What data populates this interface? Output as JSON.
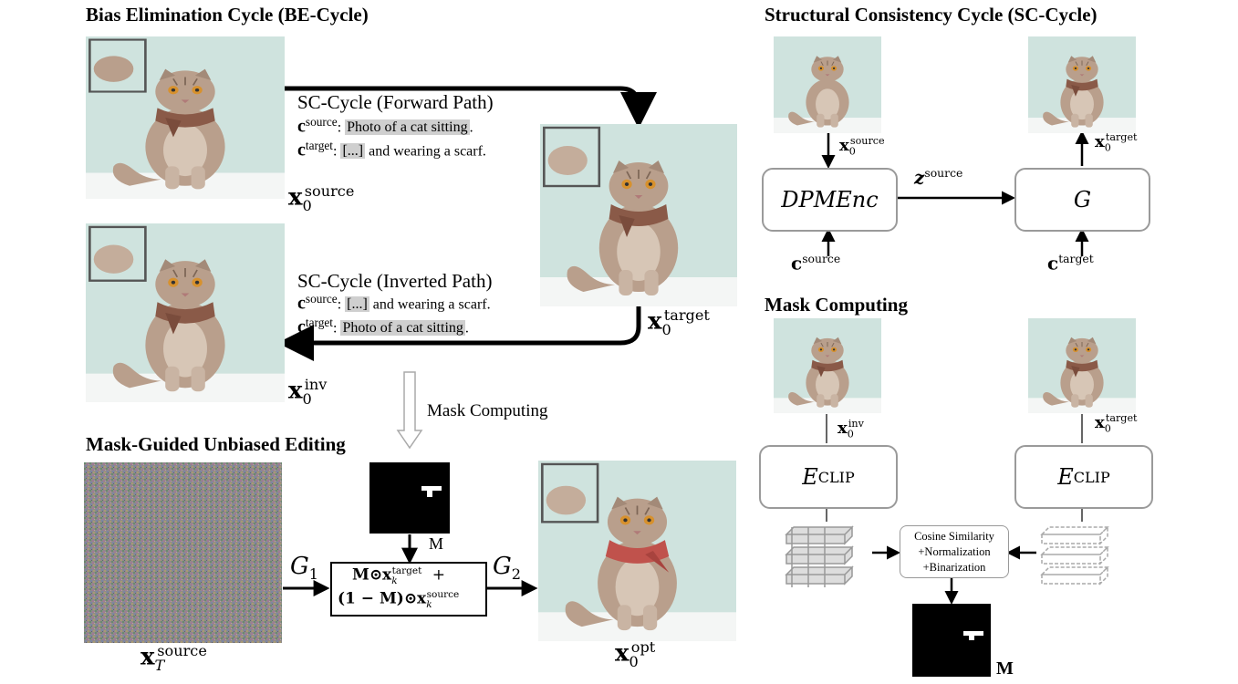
{
  "be_cycle": {
    "title": "Bias Elimination Cycle (BE-Cycle)",
    "forward": {
      "heading": "SC-Cycle (Forward Path)",
      "c_source_text": "Photo of a cat sitting",
      "c_target_text_prefix": "[...]",
      "c_target_text_suffix": "and wearing a scarf."
    },
    "inverted": {
      "heading": "SC-Cycle (Inverted Path)",
      "c_source_text_prefix": "[...]",
      "c_source_text_suffix": "and wearing a scarf.",
      "c_target_text": "Photo of a cat sitting"
    },
    "mask_arrow_label": "Mask Computing"
  },
  "mgue": {
    "title": "Mask-Guided Unbiased Editing",
    "mask_label": "M",
    "g1": "G",
    "g1_sub": "1",
    "g2": "G",
    "g2_sub": "2"
  },
  "sc_cycle": {
    "title": "Structural Consistency Cycle (SC-Cycle)",
    "encoder": "DPMEnc",
    "generator": "G",
    "latent": "z",
    "latent_sup": "source"
  },
  "mask_computing": {
    "title": "Mask Computing",
    "encoder_left": "E",
    "encoder_right": "E",
    "encoder_sub": "CLIP",
    "combine_lines": [
      "Cosine Similarity",
      "+Normalization",
      "+Binarization"
    ],
    "mask_label": "M"
  },
  "symbols": {
    "x": "x",
    "c": "c",
    "sub0": "0",
    "subT": "T",
    "subk": "k",
    "source": "source",
    "target": "target",
    "inv": "inv",
    "opt": "opt",
    "colon": ":",
    "period": "."
  },
  "formula": {
    "line1_a": "M⊙x",
    "line1_b": "+",
    "line2_a": "(1 − M)⊙x"
  },
  "colors": {
    "photo_bg": "#cfe3de",
    "floor": "#f4f6f5",
    "cat_fur": "#b99f8c",
    "cat_dark": "#7d6656",
    "scarf": "#8a5a48",
    "scarf_red": "#c0524c",
    "box_border": "#9a9a9a",
    "highlight": "#cfcfcf"
  }
}
